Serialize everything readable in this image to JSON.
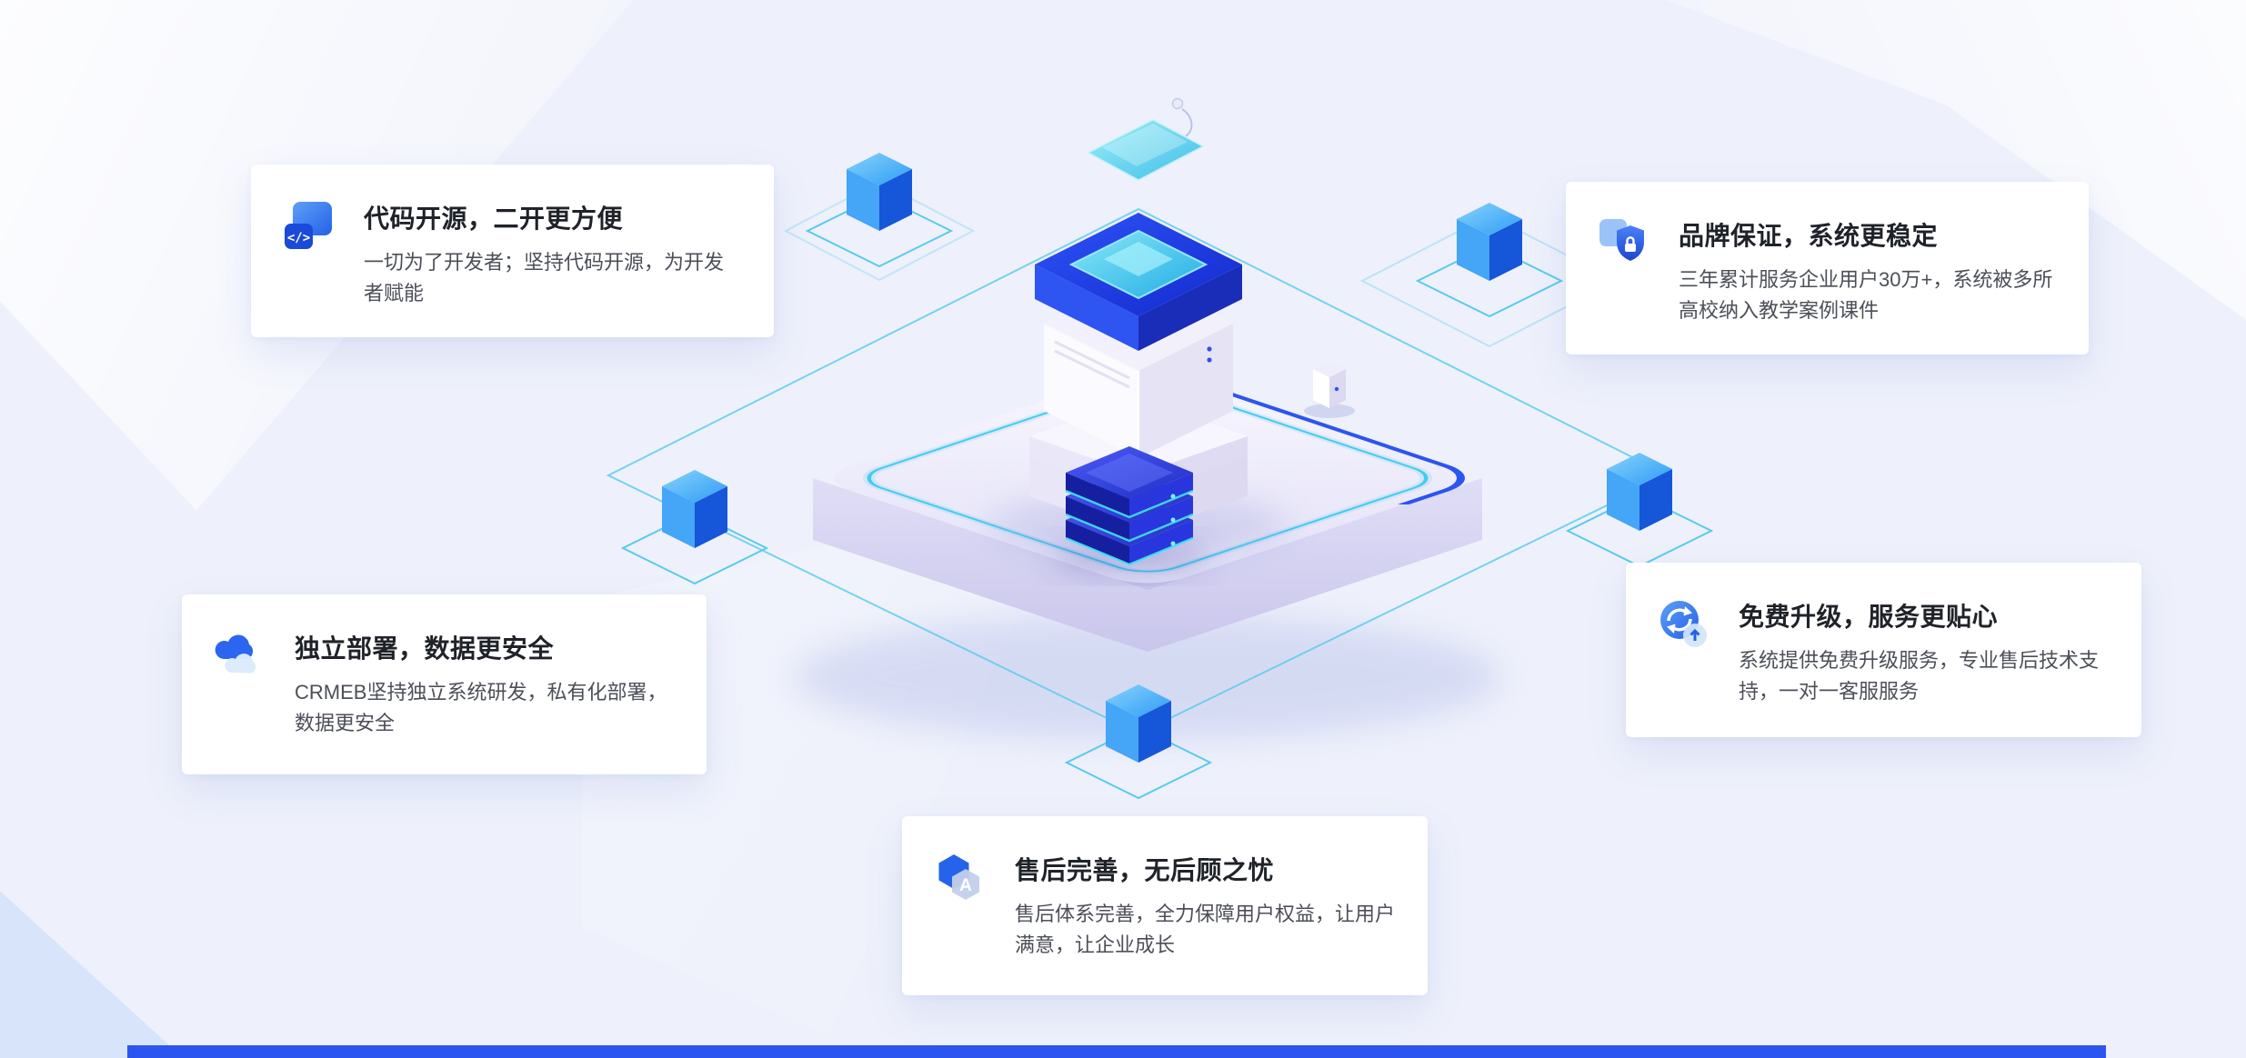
{
  "section": {
    "accent_color": "#2c55f0",
    "teal_color": "#3dc9ef",
    "background_color": "#eef1fb"
  },
  "icons": {
    "code_glyph": "</>",
    "service_letter": "A"
  },
  "features": {
    "cards": [
      {
        "id": "open-source",
        "icon": "code-icon",
        "title": "代码开源，二开更方便",
        "desc": "一切为了开发者；坚持代码开源，为开发者赋能"
      },
      {
        "id": "brand",
        "icon": "shield-lock-icon",
        "title": "品牌保证，系统更稳定",
        "desc": "三年累计服务企业用户30万+，系统被多所高校纳入教学案例课件"
      },
      {
        "id": "deploy",
        "icon": "cloud-icon",
        "title": "独立部署，数据更安全",
        "desc": "CRMEB坚持独立系统研发，私有化部署，数据更安全"
      },
      {
        "id": "upgrade",
        "icon": "upgrade-icon",
        "title": "免费升级，服务更贴心",
        "desc": "系统提供免费升级服务，专业售后技术支持，一对一客服服务"
      },
      {
        "id": "after-sales",
        "icon": "service-icon",
        "title": "售后完善，无后顾之忧",
        "desc": "售后体系完善，全力保障用户权益，让用户满意，让企业成长"
      }
    ]
  }
}
